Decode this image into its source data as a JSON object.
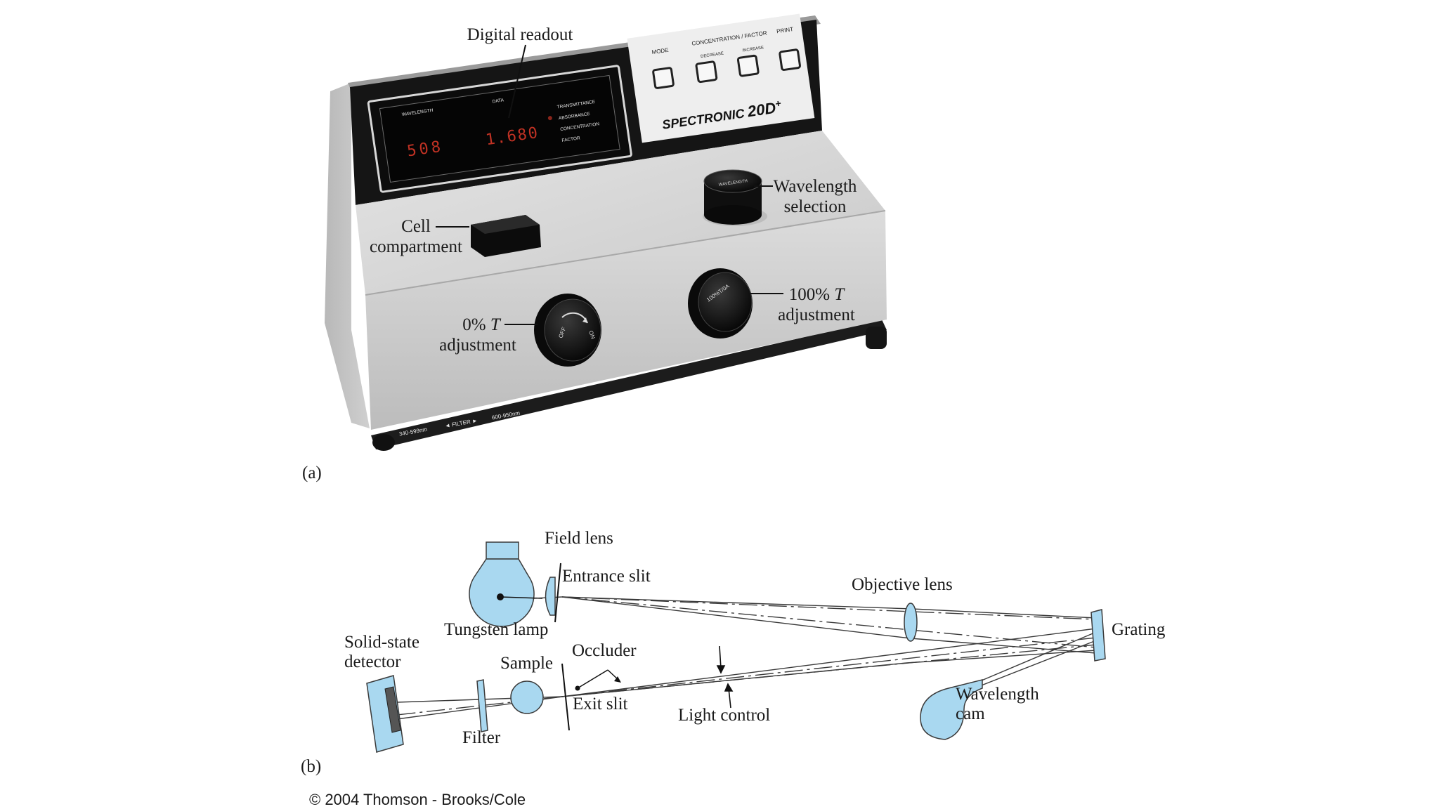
{
  "figure_a": {
    "label": "(a)",
    "callouts": {
      "digital_readout": "Digital readout",
      "wavelength_selection": [
        "Wavelength",
        "selection"
      ],
      "cell_compartment": [
        "Cell",
        "compartment"
      ],
      "zero_t_adjustment": [
        "0% ",
        "T",
        "adjustment"
      ],
      "hundred_t_adjustment": [
        "100% ",
        "T",
        "adjustment"
      ]
    },
    "instrument": {
      "brand": "SPECTRONIC",
      "model": "20D",
      "model_sup": "+",
      "display": {
        "wavelength_caption": "WAVELENGTH",
        "data_caption": "DATA",
        "wavelength_value": "508",
        "data_value": "1.680",
        "modes": [
          "TRANSMITTANCE",
          "ABSORBANCE",
          "CONCENTRATION",
          "FACTOR"
        ]
      },
      "panel": {
        "mode_label": "MODE",
        "conc_label": "CONCENTRATION / FACTOR",
        "decrease_label": "DECREASE",
        "increase_label": "INCREASE",
        "print_label": "PRINT"
      },
      "knobs": {
        "wavelength_knob": "WAVELENGTH",
        "zero_off": "OFF",
        "zero_on": "ON",
        "hundred": "100%T/0A"
      },
      "filter_strip": [
        "340-599nm",
        "◄ FILTER ►",
        "600-950nm"
      ]
    }
  },
  "figure_b": {
    "label": "(b)",
    "labels": {
      "field_lens": "Field lens",
      "entrance_slit": "Entrance slit",
      "tungsten_lamp": "Tungsten lamp",
      "objective_lens": "Objective lens",
      "grating": "Grating",
      "solid_state_detector": [
        "Solid-state",
        "detector"
      ],
      "sample": "Sample",
      "occluder": "Occluder",
      "exit_slit": "Exit slit",
      "light_control": "Light control",
      "filter": "Filter",
      "wavelength_cam": [
        "Wavelength",
        "cam"
      ]
    }
  },
  "copyright": "© 2004 Thomson - Brooks/Cole",
  "colors": {
    "optics_fill": "#a9d8f0",
    "optics_stroke": "#3a3a3a",
    "panel_black": "#141414",
    "body_grey": "#d4d4d4",
    "led_red": "#e23a2a"
  }
}
